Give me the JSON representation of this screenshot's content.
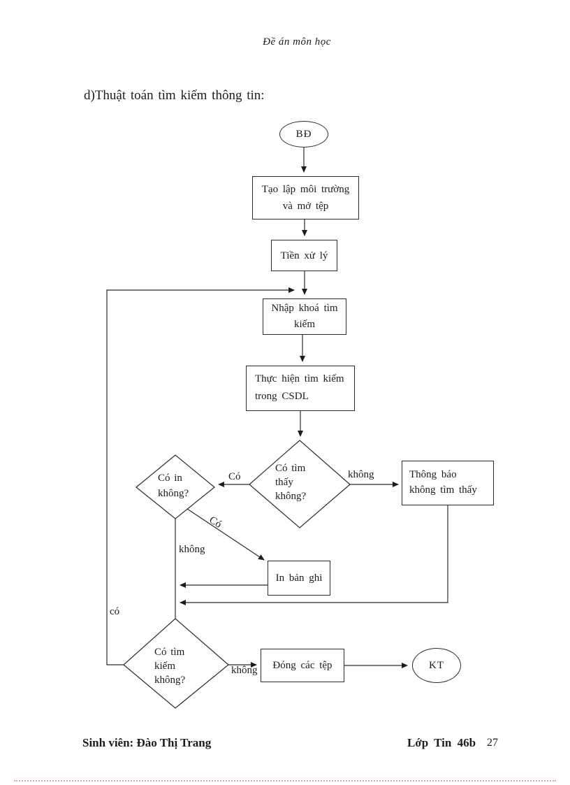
{
  "page": {
    "header": "Đề án môn học",
    "section_title": "d)Thuật toán tìm kiếm  thông tin:",
    "footer": {
      "student": "Sinh viên: Đào Thị Trang",
      "class": "Lớp Tin 46b",
      "page_number": "27"
    }
  },
  "flowchart": {
    "terminators": {
      "start": "BĐ",
      "end": "KT"
    },
    "nodes": {
      "create_env": {
        "line1": "Tạo lập môi trường",
        "line2": "và mở tệp"
      },
      "preprocess": {
        "line1": "Tiền xử lý"
      },
      "input_key": {
        "line1": "Nhập khoá tìm",
        "line2": "kiếm"
      },
      "search": {
        "line1": "Thực hiện tìm kiếm",
        "line2": "trong CSDL"
      },
      "found_decision": {
        "line1": "Có tìm",
        "line2": "thấy",
        "line3": "không?"
      },
      "print_decision": {
        "line1": "Có in",
        "line2": "không?"
      },
      "notify": {
        "line1": "Thông báo",
        "line2": "không tìm thấy"
      },
      "print_record": {
        "line1": "In bản ghi"
      },
      "search_again_decision": {
        "line1": "Có tìm",
        "line2": "kiếm",
        "line3": "không?"
      },
      "close_files": {
        "line1": "Đóng các tệp"
      }
    },
    "edge_labels": {
      "found_yes": "Có",
      "found_no": "không",
      "print_yes": "Có",
      "print_no": "không",
      "search_again_yes": "có",
      "search_again_no": "không"
    }
  }
}
